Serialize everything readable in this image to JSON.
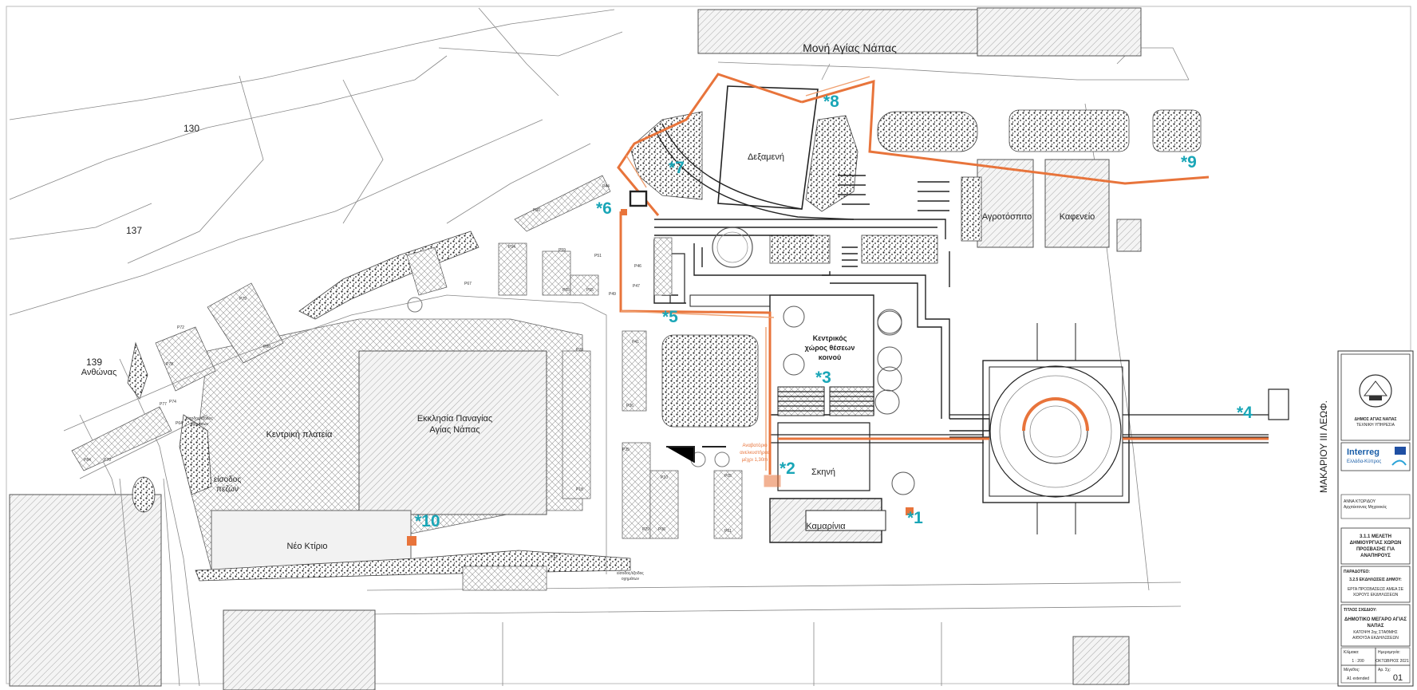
{
  "labels": {
    "moni": "Μονή Αγίας Νάπας",
    "dexameni": "Δεξαμενή",
    "agrotospito": "Αγροτόσπιτο",
    "kafeneio": "Καφενείο",
    "central_title_1": "Κεντρικός",
    "central_title_2": "χώρος θέσεων",
    "central_title_3": "κοινού",
    "church_1": "Εκκλησία Παναγίας",
    "church_2": "Αγίας Νάπας",
    "plateia": "Κεντρική πλατεία",
    "eisodos_1": "είσοδος",
    "eisodos_2": "πεζών",
    "neo_ktirio": "Νέο Κτίριο",
    "skini": "Σκηνή",
    "kamarinia": "Καμαρίνια",
    "anthonas": "Ανθώνας",
    "street": "ΜΑΚΑΡΙΟΥ ΙΙΙ ΛΕΩΦ.",
    "ramp_note_1": "Αναβατόριο",
    "ramp_note_2": "ανελκυστήρας",
    "ramp_note_3": "μέχρι 1,30m",
    "entry_exit_1": "είσοδος/έξοδος",
    "entry_exit_2": "οχημάτων",
    "parcel_130": "130",
    "parcel_137": "137",
    "parcel_139": "139"
  },
  "markers": [
    "*1",
    "*2",
    "*3",
    "*4",
    "*5",
    "*6",
    "*7",
    "*8",
    "*9",
    "*10"
  ],
  "parking_labels": [
    "P01",
    "P05",
    "P06",
    "P10",
    "P12",
    "P18",
    "P20",
    "P29",
    "P35",
    "P36",
    "P41",
    "P44",
    "P46",
    "P47",
    "P49",
    "P51",
    "P54",
    "P55",
    "P59",
    "P60",
    "P64",
    "P65",
    "P67",
    "P70",
    "P72",
    "P74",
    "P77",
    "P78",
    "P79",
    "P80",
    "P84"
  ],
  "title_block": {
    "org_1": "ΔΗΜΟΣ ΑΓΙΑΣ ΝΑΠΑΣ",
    "org_2": "ΤΕΧΝΙΚΗ ΥΠΗΡΕΣΙΑ",
    "interreg": "Interreg",
    "interreg_sub": "Ελλάδα-Κύπρος",
    "person_1": "ΑΝΝΑ ΚΤΩΡΙΔΟΥ",
    "person_2": "Αρχιτέκτονας Μηχανικός",
    "project_1": "3.1.1 ΜΕΛΕΤΗ",
    "project_2": "ΔΗΜΙΟΥΡΓΙΑΣ ΧΩΡΩΝ",
    "project_3": "ΠΡΟΣΒΑΣΗΣ ΓΙΑ",
    "project_4": "ΑΝΑΠΗΡΟΥΣ",
    "paradoteo_label": "ΠΑΡΑΔΟΤΕΟ:",
    "paradoteo_1": "3.2.5 ΕΚΔΗΛΩΣΕΙΣ ΔΗΜΟΥ:",
    "paradoteo_2": "ΕΡΓΑ ΠΡΟΣΒΑΣΕΩΣ ΑΜΕΑ ΣΕ",
    "paradoteo_3": "ΧΩΡΟΥΣ ΕΚΔΗΛΩΣΕΩΝ",
    "titlos_label": "ΤΙΤΛΟΣ ΣΧΕΔΙΟΥ:",
    "titlos_1": "ΔΗΜΟΤΙΚΟ ΜΕΓΑΡΟ ΑΓΙΑΣ",
    "titlos_2": "ΝΑΠΑΣ",
    "titlos_3": "ΚΑΤΟΨΗ 2ης ΣΤΑΘΜΗΣ",
    "titlos_4": "ΑΙΘΟΥΣΑ ΕΚΔΗΛΩΣΕΩΝ",
    "klimaka_label": "Κλίμακα:",
    "klimaka": "1 : 200",
    "date_label": "Ημερομηνία:",
    "date": "ΟΚΤΩΒΡΙΟΣ 2021",
    "megethos_label": "Μέγεθος:",
    "megethos": "A1 extended",
    "ar_label": "Αρ. Σχ:",
    "ar": "01"
  }
}
